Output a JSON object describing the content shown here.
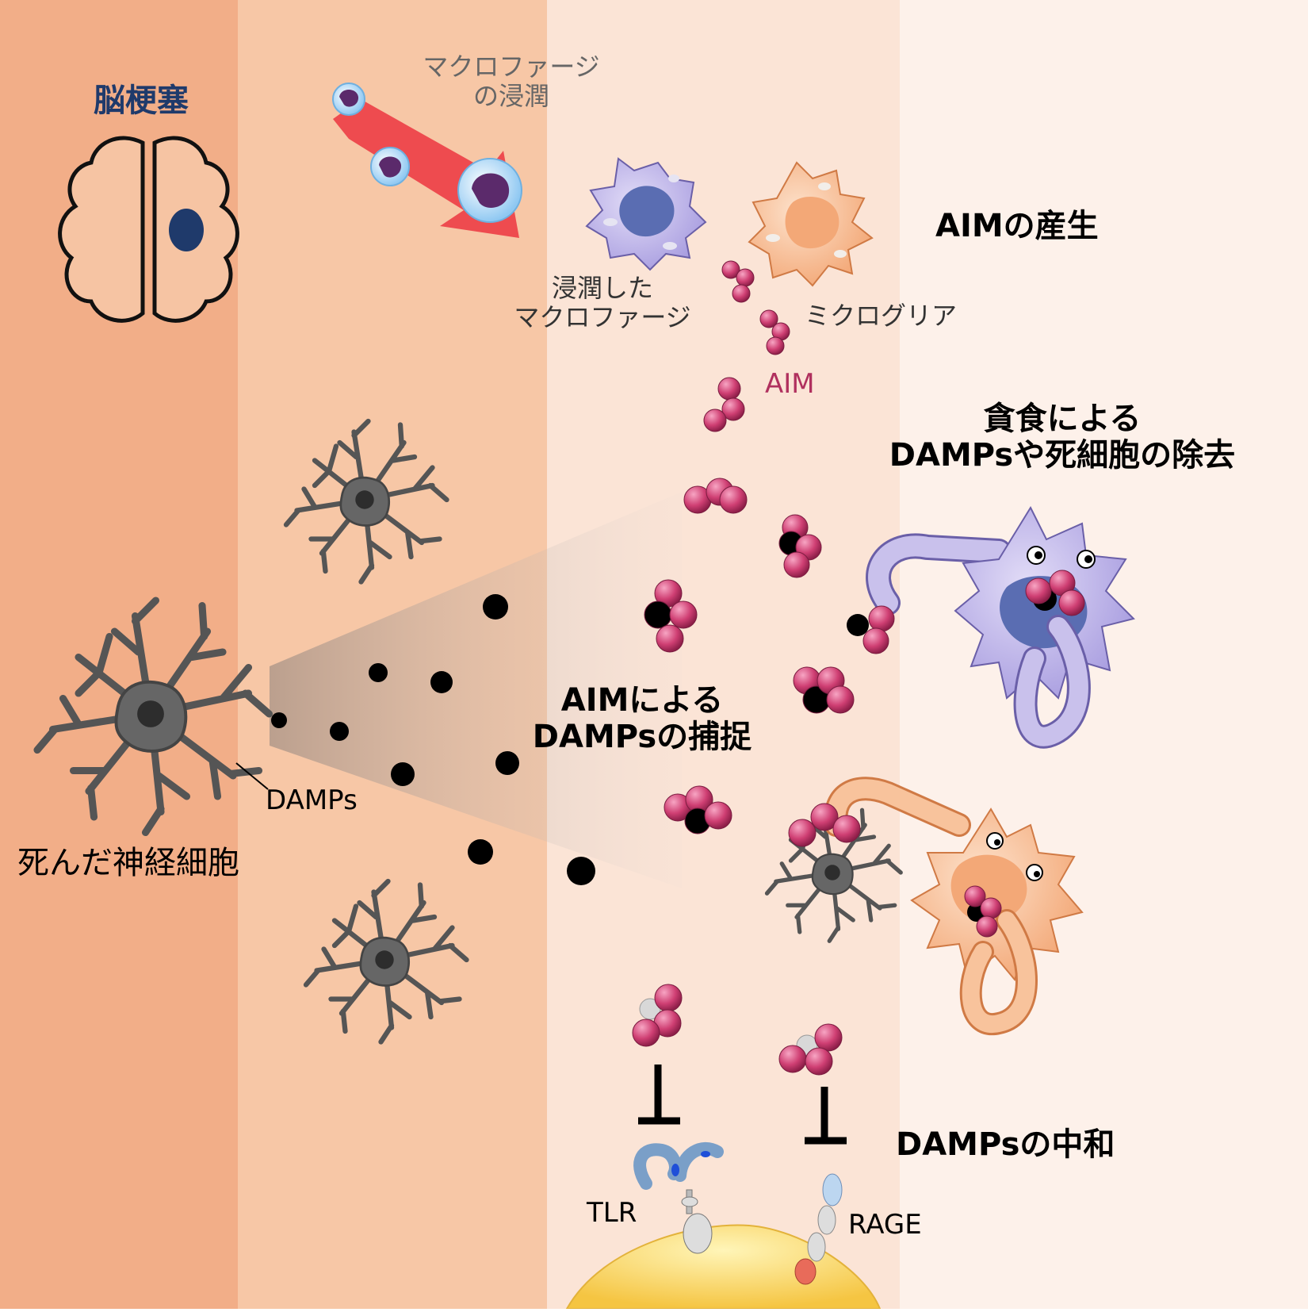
{
  "colors": {
    "band1": "#f2ae88",
    "band2": "#f7c7a6",
    "band3": "#fbe4d6",
    "band4": "#fdf1ea",
    "aim": "#cf3f73",
    "damp": "#000000",
    "arrow": "#ee4b4f",
    "macrophage": "#c9c1ec",
    "microglia": "#f8c39c",
    "infarct": "#1f3a6b",
    "neuron": "#666666",
    "title_blue": "#1f3a6b"
  },
  "labels": {
    "stroke": "脳梗塞",
    "infiltration_line1": "マクロファージ",
    "infiltration_line2": "の浸潤",
    "aim_production": "AIMの産生",
    "infiltrated_line1": "浸潤した",
    "infiltrated_line2": "マクロファージ",
    "microglia": "ミクログリア",
    "aim": "AIM",
    "phago_line1": "貪食による",
    "phago_line2": "DAMPsや死細胞の除去",
    "capture_line1": "AIMによる",
    "capture_line2": "DAMPsの捕捉",
    "damps": "DAMPs",
    "dead_neuron": "死んだ神経細胞",
    "neutralize": "DAMPsの中和",
    "tlr": "TLR",
    "rage": "RAGE"
  },
  "icons": [
    "brain-icon",
    "infiltration-arrow-icon",
    "macrophage-icon",
    "microglia-icon",
    "neuron-icon",
    "aim-molecule-icon",
    "damp-particle-icon",
    "inhibition-icon",
    "tlr-receptor-icon",
    "rage-receptor-icon",
    "cell-membrane-icon"
  ]
}
